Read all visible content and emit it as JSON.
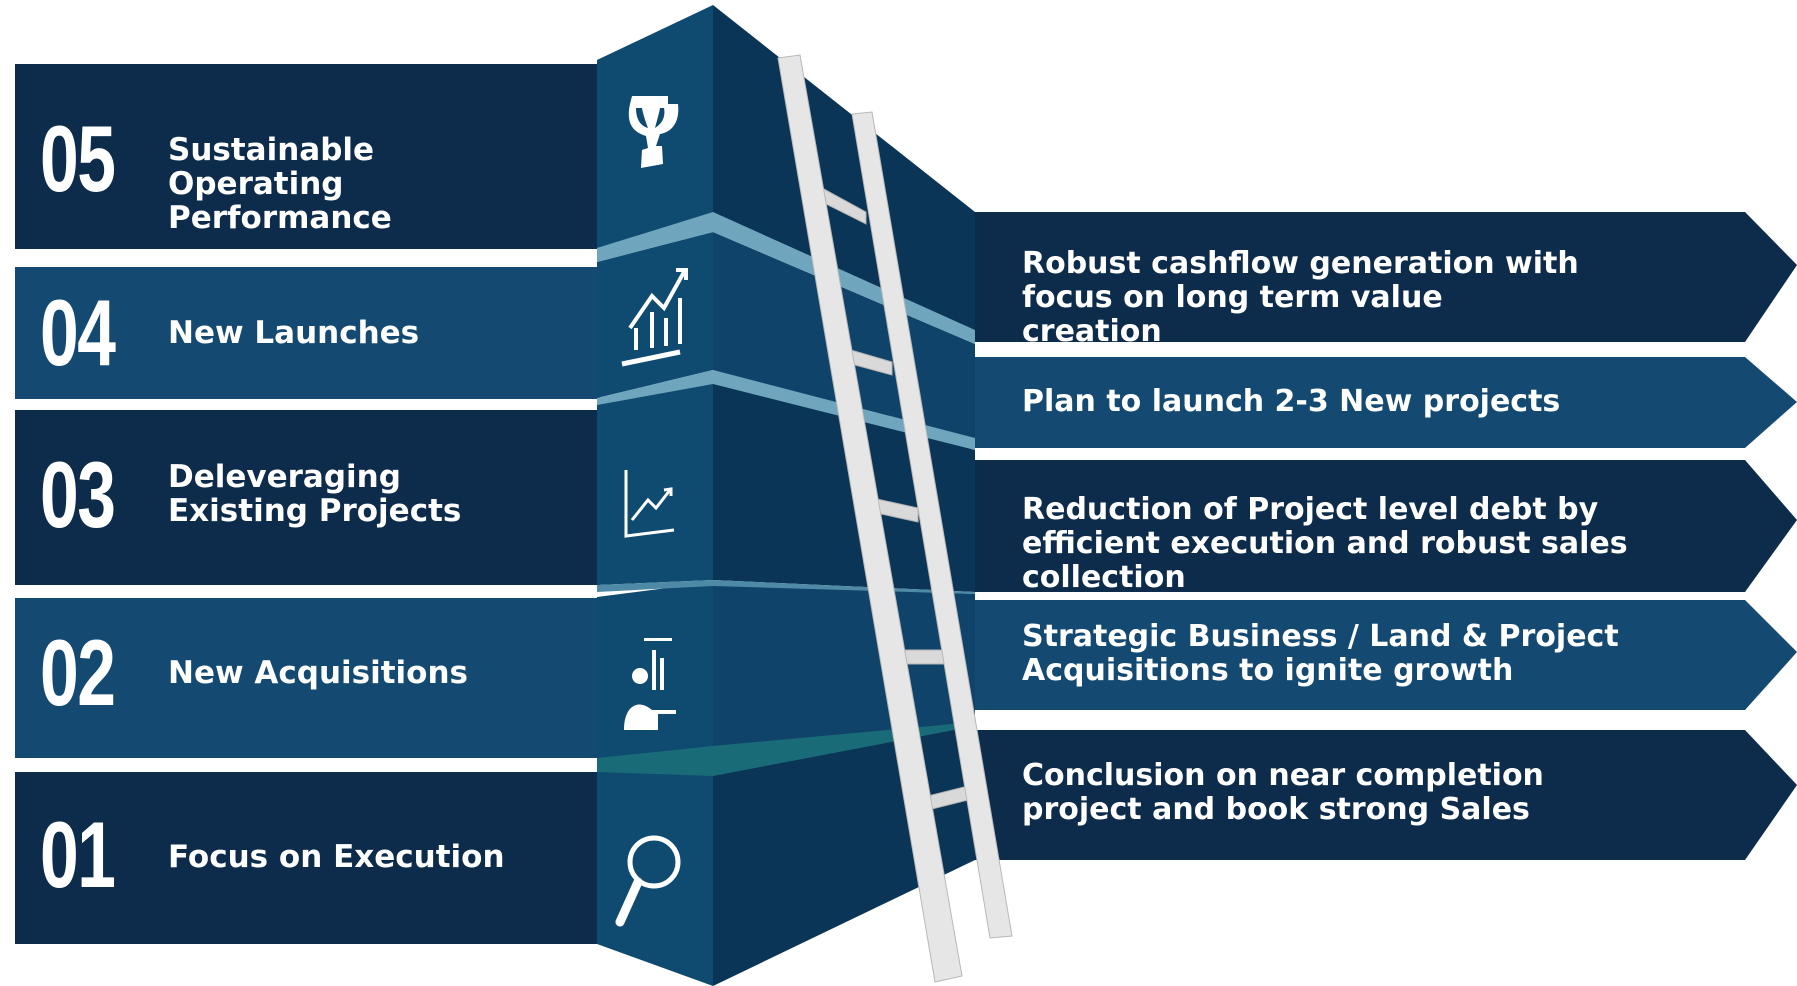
{
  "steps": [
    {
      "number": "05",
      "label": "Sustainable Operating Performance",
      "icon": "trophy-icon"
    },
    {
      "number": "04",
      "label": "New Launches",
      "icon": "growth-chart-icon"
    },
    {
      "number": "03",
      "label": "Deleveraging Existing Projects",
      "icon": "line-chart-icon"
    },
    {
      "number": "02",
      "label": "New Acquisitions",
      "icon": "presenter-icon"
    },
    {
      "number": "01",
      "label": "Focus on Execution",
      "icon": "magnifier-icon"
    }
  ],
  "descriptions": [
    "Robust cashflow generation with focus on long term value creation",
    "Plan to launch 2-3 New projects",
    "Reduction of Project level debt by efficient execution and robust sales collection",
    "Strategic Business / Land & Project Acquisitions to ignite growth",
    "Conclusion on near completion project and book strong Sales"
  ],
  "colors": {
    "dark_navy": "#0d2b4b",
    "mid_blue": "#144a72",
    "block_front": "#0f4a70",
    "block_side": "#0b3556",
    "seam": "#6fa5bd",
    "teal": "#1a6b78",
    "ladder": "#d9d9d9"
  }
}
